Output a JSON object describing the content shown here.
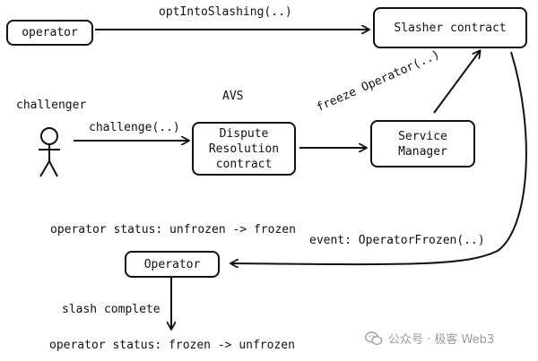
{
  "nodes": {
    "operator_top": "operator",
    "slasher": "Slasher contract",
    "dispute_line1": "Dispute",
    "dispute_line2": "Resolution",
    "dispute_line3": "contract",
    "service_line1": "Service",
    "service_line2": "Manager",
    "operator_bottom": "Operator"
  },
  "labels": {
    "opt_into": "optIntoSlashing(..)",
    "challenger": "challenger",
    "avs": "AVS",
    "challenge": "challenge(..)",
    "freeze": "freeze Operator(..)",
    "status_frozen": "operator status: unfrozen -> frozen",
    "event": "event: OperatorFrozen(..)",
    "slash_complete": "slash complete",
    "status_unfrozen": "operator status: frozen -> unfrozen"
  },
  "watermark": {
    "icon": "wechat-icon",
    "text": "公众号 · 极客 Web3"
  }
}
